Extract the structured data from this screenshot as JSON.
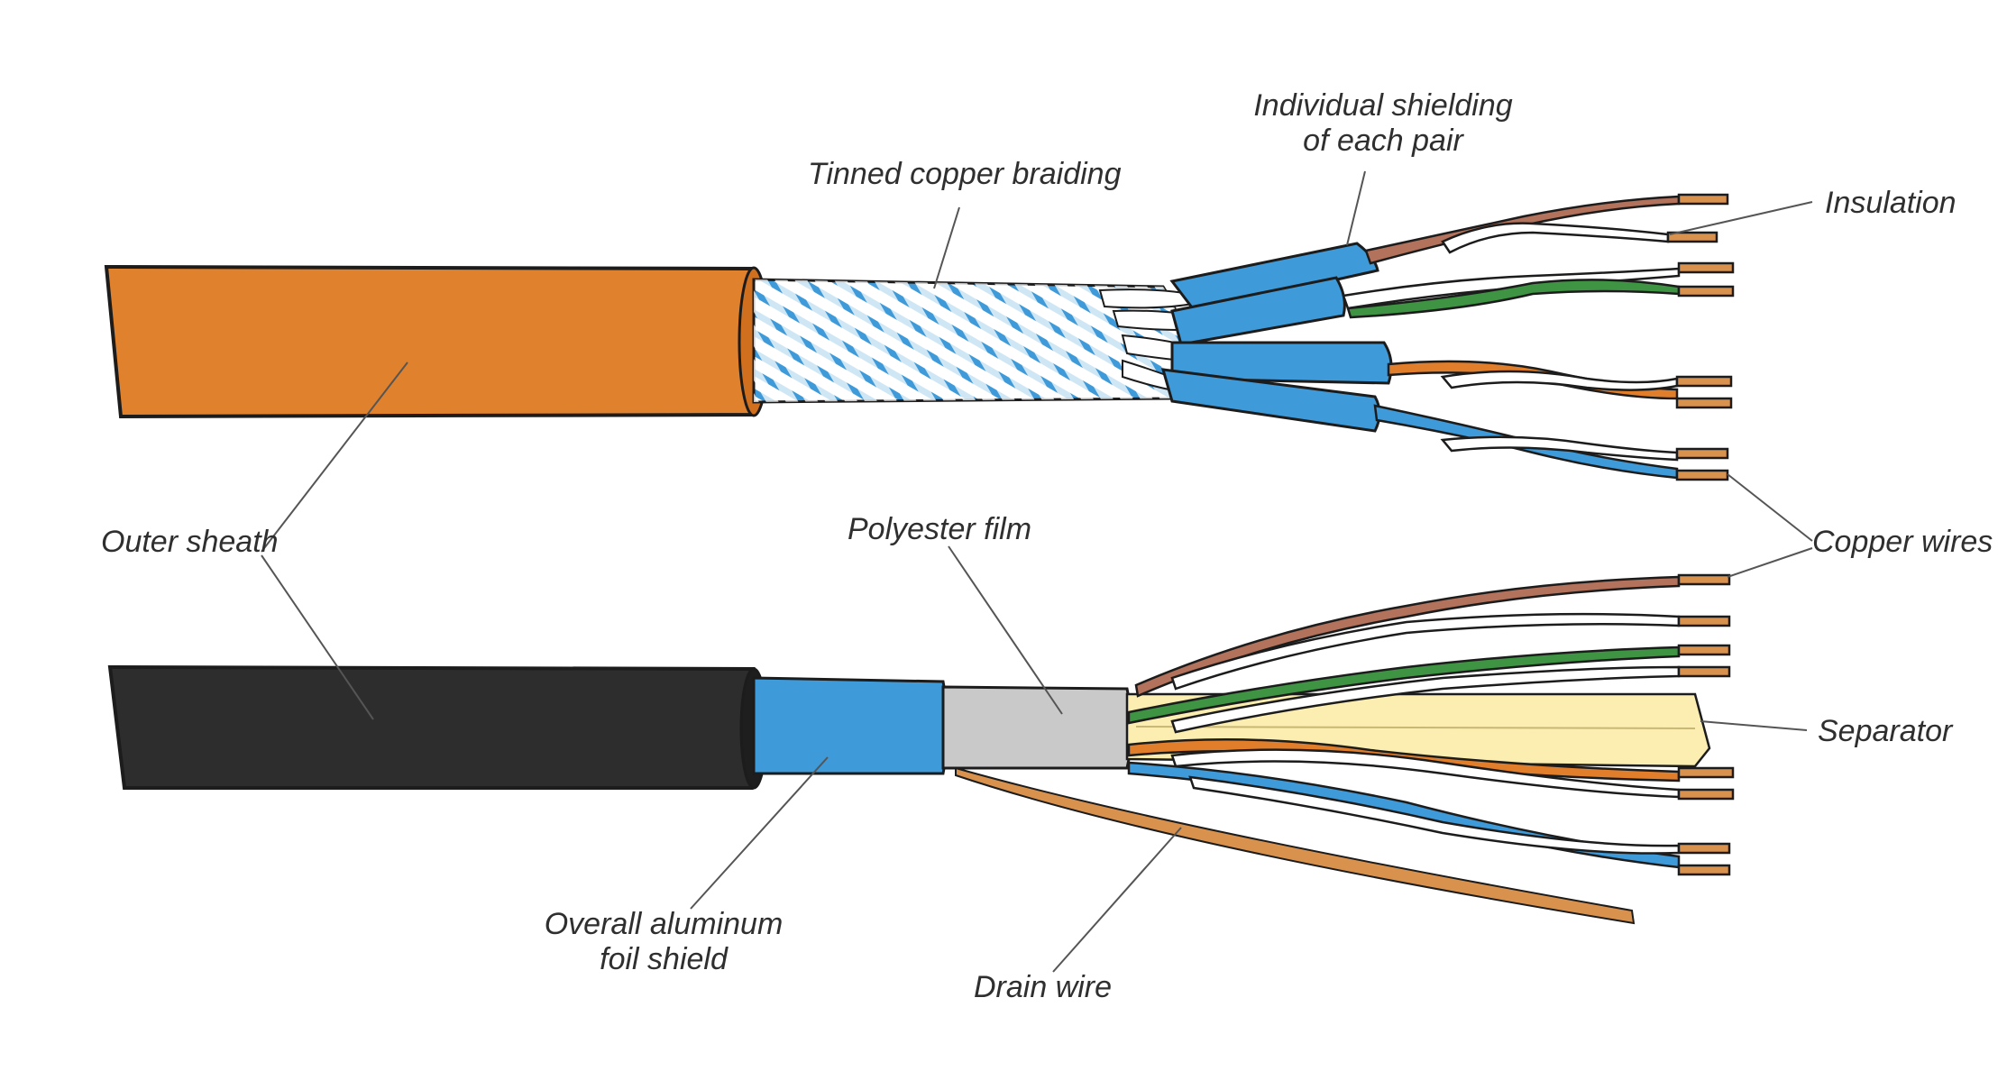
{
  "labels": {
    "outer_sheath": "Outer sheath",
    "tinned_copper_braiding": "Tinned copper braiding",
    "individual_shielding": [
      "Individual shielding",
      "of each pair"
    ],
    "insulation": "Insulation",
    "copper_wires": "Copper wires",
    "polyester_film": "Polyester film",
    "separator": "Separator",
    "overall_foil_shield": [
      "Overall aluminum",
      "foil shield"
    ],
    "drain_wire": "Drain wire"
  },
  "colors": {
    "orange_sheath": "#e0812d",
    "black_sheath": "#2d2d2d",
    "foil_blue": "#3e9ad8",
    "polyester_grey": "#c9c9c9",
    "separator_yellow": "#fbeeb0",
    "copper": "#d9924e",
    "brown": "#b3725c",
    "green": "#3e9443",
    "orange": "#e07e2c",
    "blue": "#3e9ad8",
    "white": "#ffffff",
    "outline": "#1c1c1c",
    "leader": "#555555"
  }
}
